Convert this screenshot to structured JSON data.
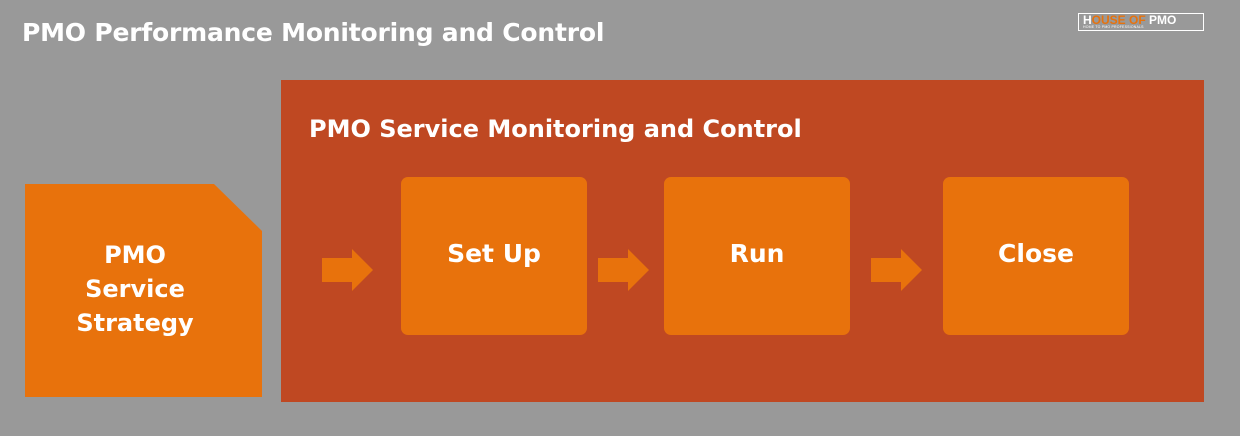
{
  "page": {
    "title": "PMO Performance Monitoring and Control"
  },
  "logo": {
    "prefix": "H",
    "main": "OUSE OF ",
    "accent": "PMO",
    "tagline": "HOME TO PMO PROFESSIONALS"
  },
  "strategy": {
    "label_lines": [
      "PMO",
      "Service",
      "Strategy"
    ]
  },
  "panel": {
    "title": "PMO Service Monitoring and Control"
  },
  "steps": [
    {
      "label": "Set Up"
    },
    {
      "label": "Run"
    },
    {
      "label": "Close"
    }
  ],
  "colors": {
    "background": "#999999",
    "panel": "#bf4822",
    "box": "#e8720c",
    "text": "#ffffff"
  }
}
